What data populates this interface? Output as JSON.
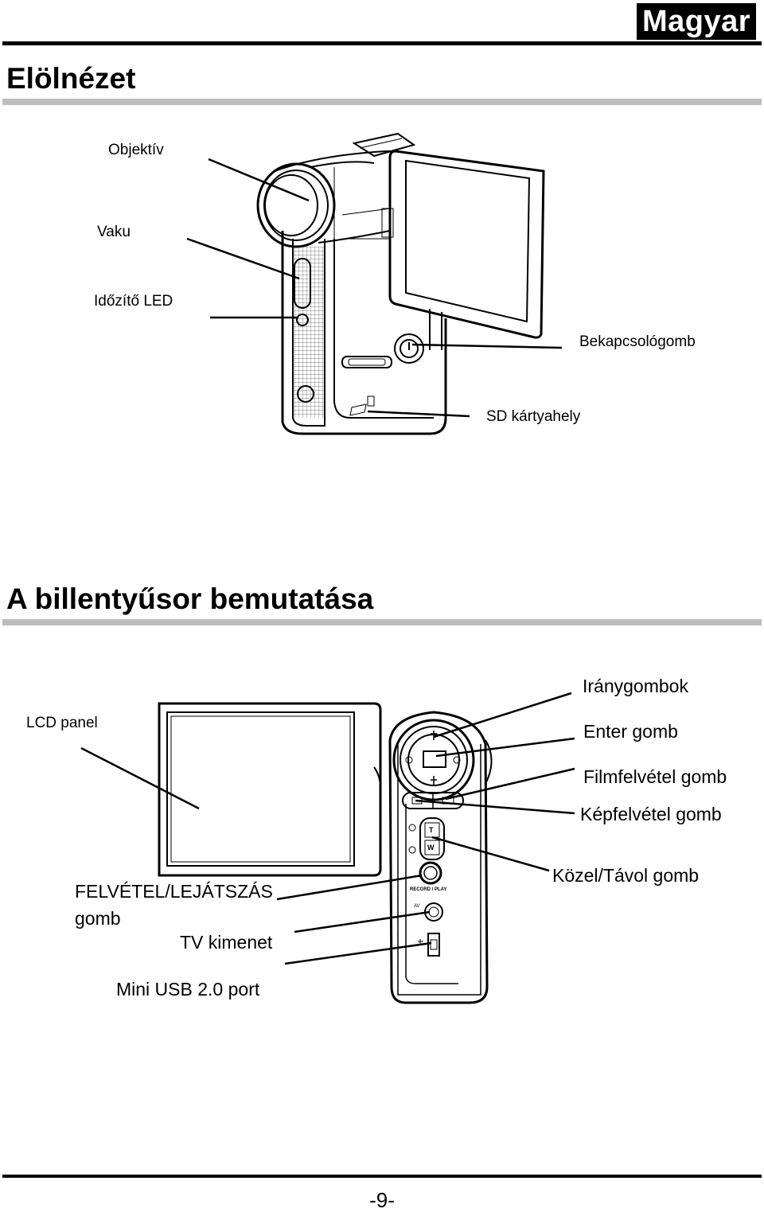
{
  "header": {
    "language": "Magyar"
  },
  "sections": {
    "front_view": {
      "title": "Elölnézet",
      "labels": {
        "objektiv": "Objektív",
        "vaku": "Vaku",
        "idozito_led": "Időzítő LED",
        "bekapcsologomb": "Bekapcsológomb",
        "sd_kartyahely": "SD kártyahely"
      }
    },
    "keypad": {
      "title": "A billentyűsor bemutatása",
      "labels": {
        "lcd_panel": "LCD panel",
        "iranygombok": "Iránygombok",
        "enter_gomb": "Enter gomb",
        "filmfelvetel_gomb": "Filmfelvétel gomb",
        "kepfelvetel_gomb": "Képfelvétel gomb",
        "kozel_tavol_gomb": "Közel/Távol gomb",
        "felvetel_lejatszas_line1": "FELVÉTEL/LEJÁTSZÁS",
        "felvetel_lejatszas_line2": "gomb",
        "tv_kimenet": "TV kimenet",
        "mini_usb": "Mini USB 2.0 port"
      },
      "device_markings": {
        "zoom_tele": "T",
        "zoom_wide": "W",
        "record_play": "RECORD / PLAY",
        "av": "AV"
      }
    }
  },
  "footer": {
    "page_number": "-9-"
  }
}
